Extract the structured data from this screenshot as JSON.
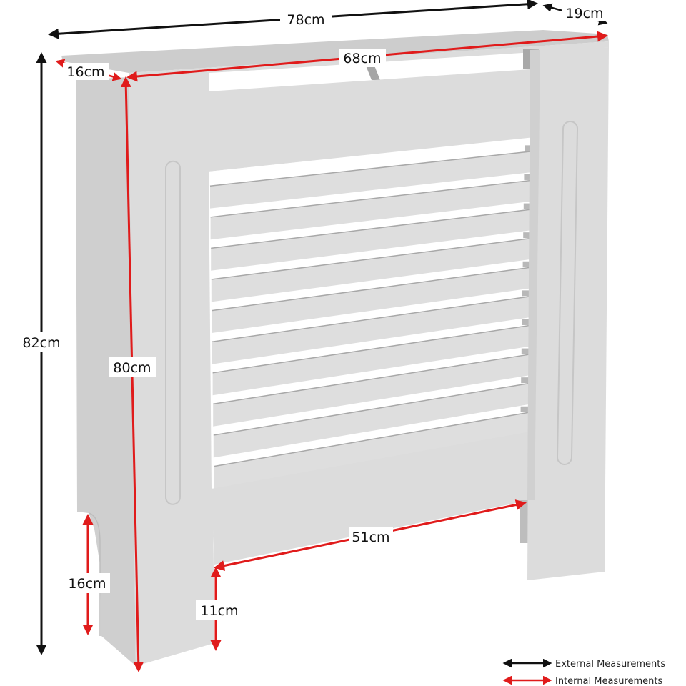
{
  "diagram": {
    "subject": "Radiator cover with horizontal slats",
    "colors": {
      "external": "#111111",
      "internal": "#e01b1b",
      "panel_front": "#dedede",
      "panel_side": "#c9c9c9",
      "top": "#cfcfcf",
      "slat_gap": "#ffffff",
      "shadow": "#a8a8a8"
    },
    "dimensions": {
      "external_width": "78cm",
      "external_depth": "19cm",
      "external_height": "82cm",
      "internal_width": "68cm",
      "internal_depth": "16cm",
      "internal_height": "80cm",
      "side_cutout_height": "16cm",
      "bottom_opening_width": "51cm",
      "bottom_opening_height": "11cm"
    },
    "slat_count": 10
  },
  "legend": {
    "items": [
      {
        "label": "External Measurements",
        "color": "#111111"
      },
      {
        "label": "Internal Measurements",
        "color": "#e01b1b"
      }
    ]
  }
}
